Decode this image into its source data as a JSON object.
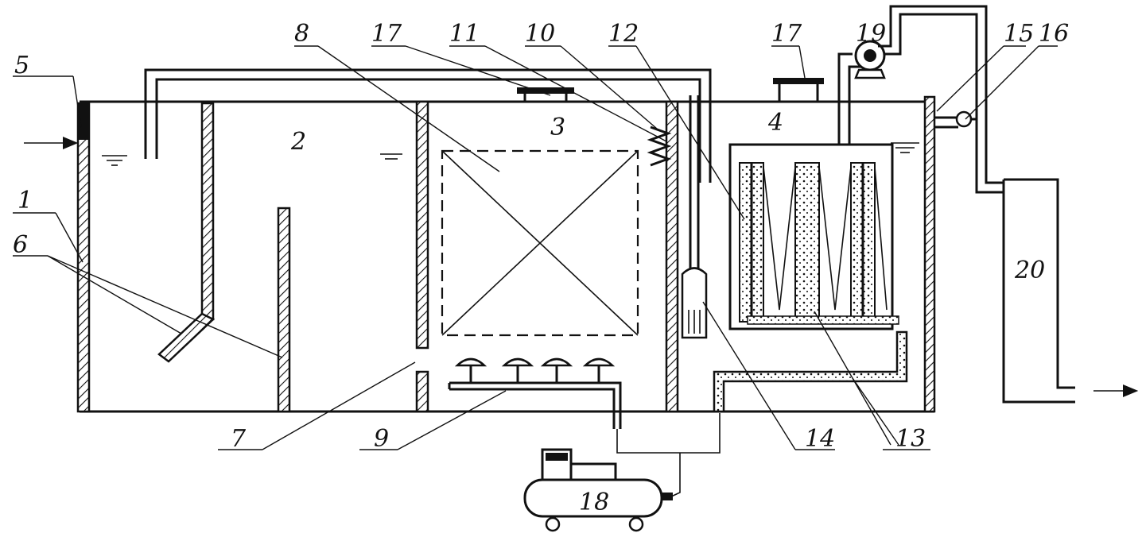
{
  "labels": {
    "l1": "1",
    "l2": "2",
    "l3": "3",
    "l4": "4",
    "l5": "5",
    "l6": "6",
    "l7": "7",
    "l8": "8",
    "l9": "9",
    "l10": "10",
    "l11": "11",
    "l12": "12",
    "l13": "13",
    "l14": "14",
    "l15": "15",
    "l16": "16",
    "l17a": "17",
    "l17b": "17",
    "l18": "18",
    "l19": "19",
    "l20": "20"
  }
}
